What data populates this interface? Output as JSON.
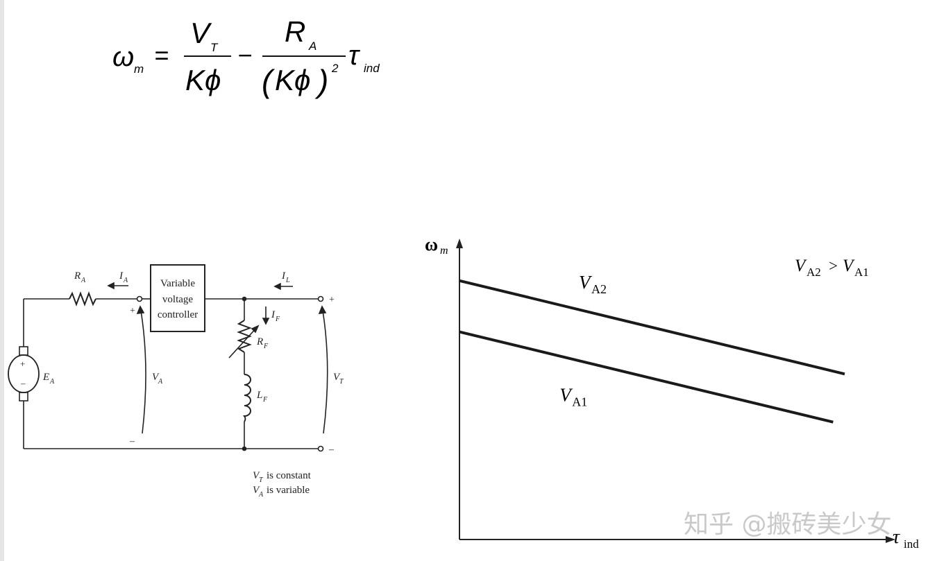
{
  "equation": {
    "omega": "ω",
    "omega_sub": "m",
    "equals": "=",
    "num1": "V",
    "num1_sub": "T",
    "den1": "Kϕ",
    "minus": "−",
    "num2": "R",
    "num2_sub": "A",
    "den2_open": "(",
    "den2_body": "Kϕ",
    "den2_close": ")",
    "den2_exp": "2",
    "tau": "τ",
    "tau_sub": "ind"
  },
  "circuit": {
    "ra": "R",
    "ra_sub": "A",
    "ia": "I",
    "ia_sub": "A",
    "il": "I",
    "il_sub": "L",
    "if_label": "I",
    "if_sub": "F",
    "rf": "R",
    "rf_sub": "F",
    "lf": "L",
    "lf_sub": "F",
    "ea": "E",
    "ea_sub": "A",
    "va": "V",
    "va_sub": "A",
    "vt": "V",
    "vt_sub": "T",
    "plus": "+",
    "minus": "–",
    "gen_plus": "+",
    "gen_minus": "–",
    "controller": [
      "Variable",
      "voltage",
      "controller"
    ],
    "note1_v": "V",
    "note1_sub": "T",
    "note1_text": "is constant",
    "note2_v": "V",
    "note2_sub": "A",
    "note2_text": "is variable"
  },
  "chart_data": {
    "type": "line",
    "ylabel": "ω",
    "ylabel_sub": "m",
    "xlabel": "τ",
    "xlabel_sub": "ind",
    "legend_note": {
      "v1": "V",
      "s1": "A2",
      "op": ">",
      "v2": "V",
      "s2": "A1"
    },
    "series": [
      {
        "name": "A2",
        "prefix": "V",
        "points": [
          [
            0,
            0.86
          ],
          [
            1,
            0.55
          ]
        ]
      },
      {
        "name": "A1",
        "prefix": "V",
        "points": [
          [
            0,
            0.69
          ],
          [
            0.97,
            0.39
          ]
        ]
      }
    ]
  },
  "watermark": "知乎 @搬砖美少女"
}
